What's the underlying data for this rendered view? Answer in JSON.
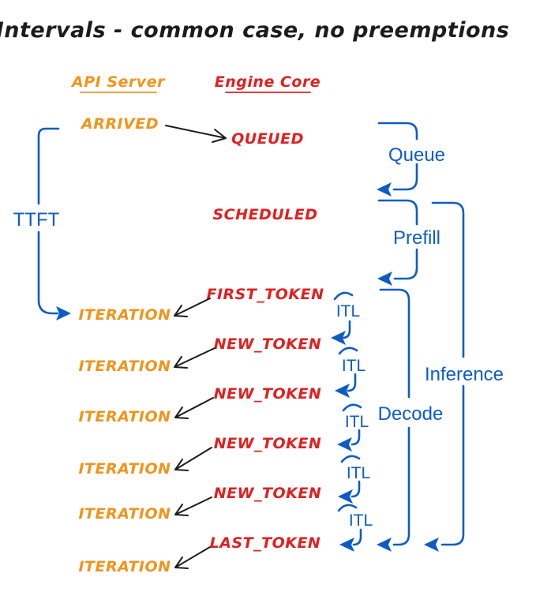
{
  "title": "Intervals - common case, no preemptions",
  "columns": {
    "api_server": "API Server",
    "engine_core": "Engine Core"
  },
  "api_events": {
    "arrived": "ARRIVED",
    "iterations": [
      "ITERATION",
      "ITERATION",
      "ITERATION",
      "ITERATION",
      "ITERATION",
      "ITERATION"
    ]
  },
  "engine_events": {
    "queued": "QUEUED",
    "scheduled": "SCHEDULED",
    "tokens": [
      "FIRST_TOKEN",
      "NEW_TOKEN",
      "NEW_TOKEN",
      "NEW_TOKEN",
      "NEW_TOKEN",
      "LAST_TOKEN"
    ]
  },
  "intervals": {
    "ttft": "TTFT",
    "queue": "Queue",
    "prefill": "Prefill",
    "decode": "Decode",
    "inference": "Inference",
    "itl": [
      "ITL",
      "ITL",
      "ITL",
      "ITL",
      "ITL"
    ]
  },
  "colors": {
    "orange": "#F0941C",
    "red": "#E02020",
    "blue": "#0D5CC4",
    "black": "#1C1C1C",
    "background": "#FFFFFF"
  }
}
